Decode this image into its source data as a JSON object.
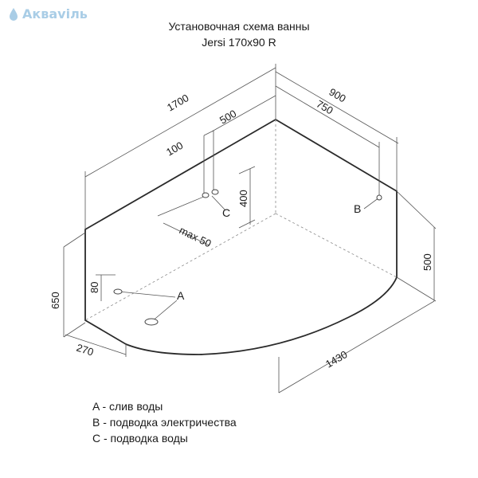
{
  "brand": {
    "name": "Акваviль",
    "logo_icon": "water-drop-icon",
    "color": "#a9cde6"
  },
  "title": {
    "line1": "Установочная схема ванны",
    "line2": "Jersi 170x90 R"
  },
  "dimensions": {
    "d1700": "1700",
    "d900": "900",
    "d750": "750",
    "d500top": "500",
    "d100": "100",
    "d400": "400",
    "dmax50": "max 50",
    "d80": "80",
    "d650": "650",
    "d270": "270",
    "d1430": "1430",
    "d500right": "500"
  },
  "points": {
    "a": "A",
    "b": "B",
    "c": "C"
  },
  "legend": [
    {
      "text": "A - слив воды"
    },
    {
      "text": "B - подводка электричества"
    },
    {
      "text": "C - подводка воды"
    }
  ]
}
